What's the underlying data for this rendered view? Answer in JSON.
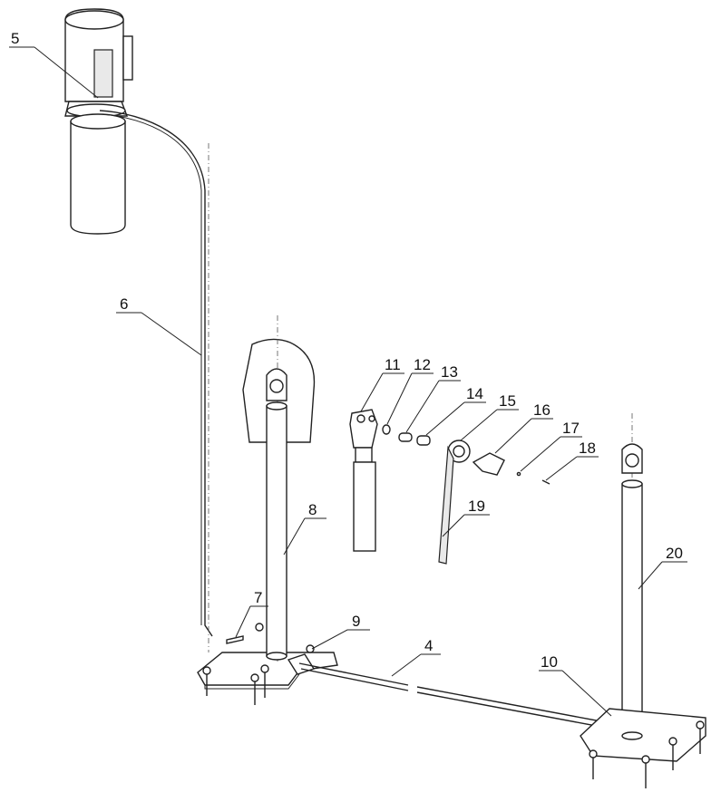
{
  "labels": {
    "l4": "4",
    "l5": "5",
    "l6": "6",
    "l7": "7",
    "l8": "8",
    "l9": "9",
    "l10": "10",
    "l11": "11",
    "l12": "12",
    "l13": "13",
    "l14": "14",
    "l15": "15",
    "l16": "16",
    "l17": "17",
    "l18": "18",
    "l19": "19",
    "l20": "20"
  }
}
